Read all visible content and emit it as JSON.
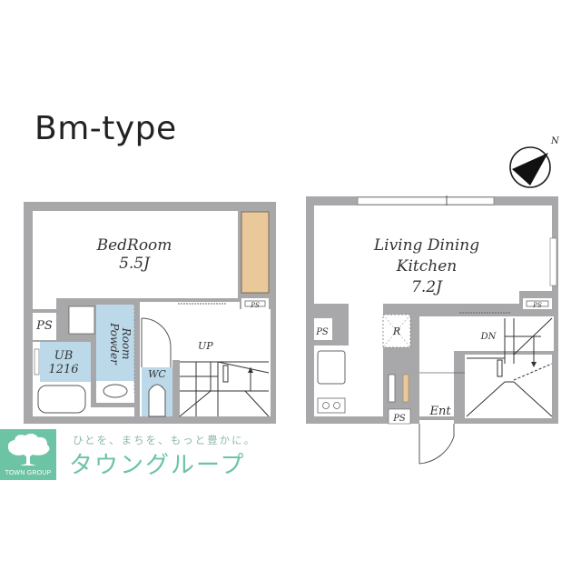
{
  "header": {
    "type_title": "Bm-type"
  },
  "compass": {
    "icon": "north-arrow-icon",
    "label": "N"
  },
  "floor_plan": {
    "left_floor": {
      "rooms": [
        {
          "id": "bedroom",
          "name": "BedRoom",
          "size": "5.5J"
        },
        {
          "id": "unit-bath",
          "name": "UB",
          "size": "1216"
        },
        {
          "id": "powder-room",
          "name": "Powder Room",
          "line1": "Powder",
          "line2": "Room"
        },
        {
          "id": "wc",
          "name": "WC"
        },
        {
          "id": "ps-left",
          "name": "PS"
        },
        {
          "id": "ps-closet",
          "name": "PS"
        }
      ],
      "stairs_label": "UP",
      "closet_color": "#e9c99a",
      "wet_area_color": "#bcd9ea"
    },
    "right_floor": {
      "rooms": [
        {
          "id": "ldk",
          "name": "Living Dining Kitchen",
          "line1": "Living Dining",
          "line2": "Kitchen",
          "size": "7.2J"
        },
        {
          "id": "entrance",
          "name": "Ent"
        },
        {
          "id": "ps-kitchen",
          "name": "PS"
        },
        {
          "id": "ps-entrance",
          "name": "PS"
        },
        {
          "id": "ps-stairs",
          "name": "PS"
        },
        {
          "id": "refrigerator",
          "name": "R"
        }
      ],
      "stairs_label": "DN"
    },
    "wall_color": "#a8a8ab"
  },
  "branding": {
    "logo_caption": "TOWN GROUP",
    "tagline": "ひとを、まちを、もっと豊かに。",
    "brand_name": "タウングループ",
    "brand_color": "#6cc4a4"
  }
}
